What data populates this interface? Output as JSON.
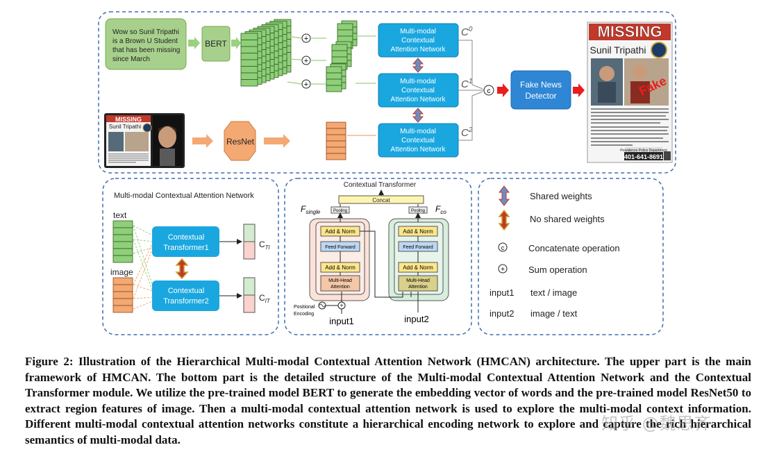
{
  "top": {
    "tweet_text": [
      "Wow so Sunil Tripathi",
      "is a Brown U Student",
      "that has been missing",
      "since March"
    ],
    "bert_label": "BERT",
    "resnet_label": "ResNet",
    "mcan_labels": [
      "Multi-modal",
      "Contextual",
      "Attention Network"
    ],
    "c_labels": [
      {
        "base": "C",
        "sup": "0"
      },
      {
        "base": "C",
        "sup": "1"
      },
      {
        "base": "C",
        "sup": "2"
      }
    ],
    "concat_symbol": "c",
    "sum_symbol": "+",
    "detector_labels": [
      "Fake News",
      "Detector"
    ],
    "poster": {
      "title": "MISSING",
      "name": "Sunil Tripathi",
      "fake_stamp": "Fake",
      "phone": "401-641-8691",
      "footer": "Providence Police Department"
    }
  },
  "bottom_left": {
    "title": "Multi-modal Contextual Attention Network",
    "text_label": "text",
    "image_label": "image",
    "ct1": [
      "Contextual",
      "Transformer1"
    ],
    "ct2": [
      "Contextual",
      "Transformer2"
    ],
    "c_ti": {
      "base": "C",
      "sub": "TI"
    },
    "c_it": {
      "base": "C",
      "sub": "IT"
    }
  },
  "bottom_mid": {
    "title": "Contextual Transformer",
    "concat": "Concat",
    "pooling": "Pooling",
    "f_single": {
      "base": "F",
      "sub": "single"
    },
    "f_co": {
      "base": "F",
      "sub": "co"
    },
    "add_norm": "Add & Norm",
    "feed_forward": "Feed Forward",
    "mha": [
      "Multi-Head",
      "Attention"
    ],
    "pos_enc": [
      "Positional",
      "Encoding"
    ],
    "input1": "input1",
    "input2": "input2"
  },
  "legend": [
    {
      "symbol": "blue-arrow",
      "label": "Shared weights"
    },
    {
      "symbol": "orange-arrow",
      "label": "No shared weights"
    },
    {
      "symbol": "c",
      "label": "Concatenate operation"
    },
    {
      "symbol": "+",
      "label": "Sum operation"
    },
    {
      "symbol": "input1",
      "label": "text / image"
    },
    {
      "symbol": "input2",
      "label": "image / text"
    }
  ],
  "caption": "Figure 2: Illustration of the Hierarchical Multi-modal Contextual Attention Network (HMCAN) architecture. The upper part is the main framework of HMCAN. The bottom part is the detailed structure of the Multi-modal Contextual Attention Network and the Contextual Transformer module. We utilize the pre-trained model BERT to generate the embedding vector of words and the pre-trained model ResNet50 to extract region features of image. Then a multi-modal contextual attention network is used to explore the multi-modal context information. Different multi-modal contextual attention networks constitute a hierarchical encoding network to explore and capture the rich hierarchical semantics of multi-modal data.",
  "watermark": "知乎 @魏思齐",
  "colors": {
    "accent_blue": "#1aa7e0",
    "detector_blue": "#2e86d4",
    "text_box_green": "#a7d08c",
    "token_green": "#8fcf7a",
    "region_orange": "#f4a872",
    "dashed_border": "#3c6fb0",
    "red_arrow": "#e81e1e"
  }
}
